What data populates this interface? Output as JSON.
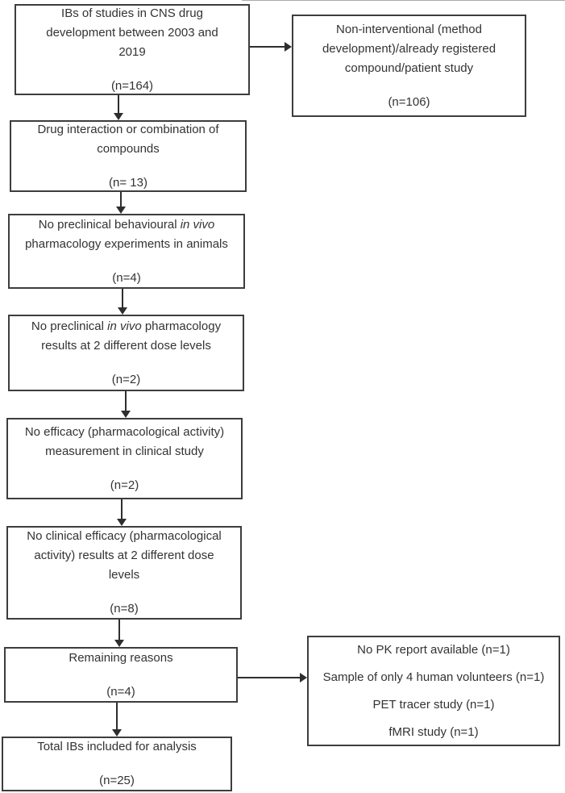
{
  "colors": {
    "border": "#3d3d3d",
    "text": "#333333",
    "arrow": "#2e2e2e",
    "background": "#ffffff"
  },
  "boxes": {
    "ibs_pool": {
      "lines": [
        "IBs of studies in CNS drug",
        "development between 2003 and",
        "2019"
      ],
      "n": "(n=164)"
    },
    "non_interventional": {
      "lines": [
        "Non-interventional (method",
        "development)/already registered",
        "compound/patient study"
      ],
      "n": "(n=106)"
    },
    "drug_interaction": {
      "lines": [
        "Drug interaction or combination of",
        "compounds"
      ],
      "n": "(n= 13)"
    },
    "no_behavioural": {
      "l1_pre": "No preclinical behavioural",
      "l1_italic": "in vivo",
      "l2": "pharmacology experiments in animals",
      "n": "(n=4)"
    },
    "no_preclinical_doses": {
      "l1_pre": "No preclinical",
      "l1_italic": "in vivo",
      "l1_post": "pharmacology",
      "l2": "results at 2 different dose levels",
      "n": "(n=2)"
    },
    "no_efficacy": {
      "lines": [
        "No efficacy (pharmacological activity)",
        "measurement in clinical study"
      ],
      "n": "(n=2)"
    },
    "no_clinical_efficacy": {
      "lines": [
        "No clinical efficacy (pharmacological",
        "activity) results at 2 different dose",
        "levels"
      ],
      "n": "(n=8)"
    },
    "remaining": {
      "title": "Remaining reasons",
      "n": "(n=4)"
    },
    "remaining_detail": {
      "lines": [
        "No PK report available (n=1)",
        "Sample of only 4 human volunteers (n=1)",
        "PET tracer study (n=1)",
        "fMRI study (n=1)"
      ]
    },
    "total": {
      "title": "Total IBs included for analysis",
      "n": "(n=25)"
    }
  }
}
